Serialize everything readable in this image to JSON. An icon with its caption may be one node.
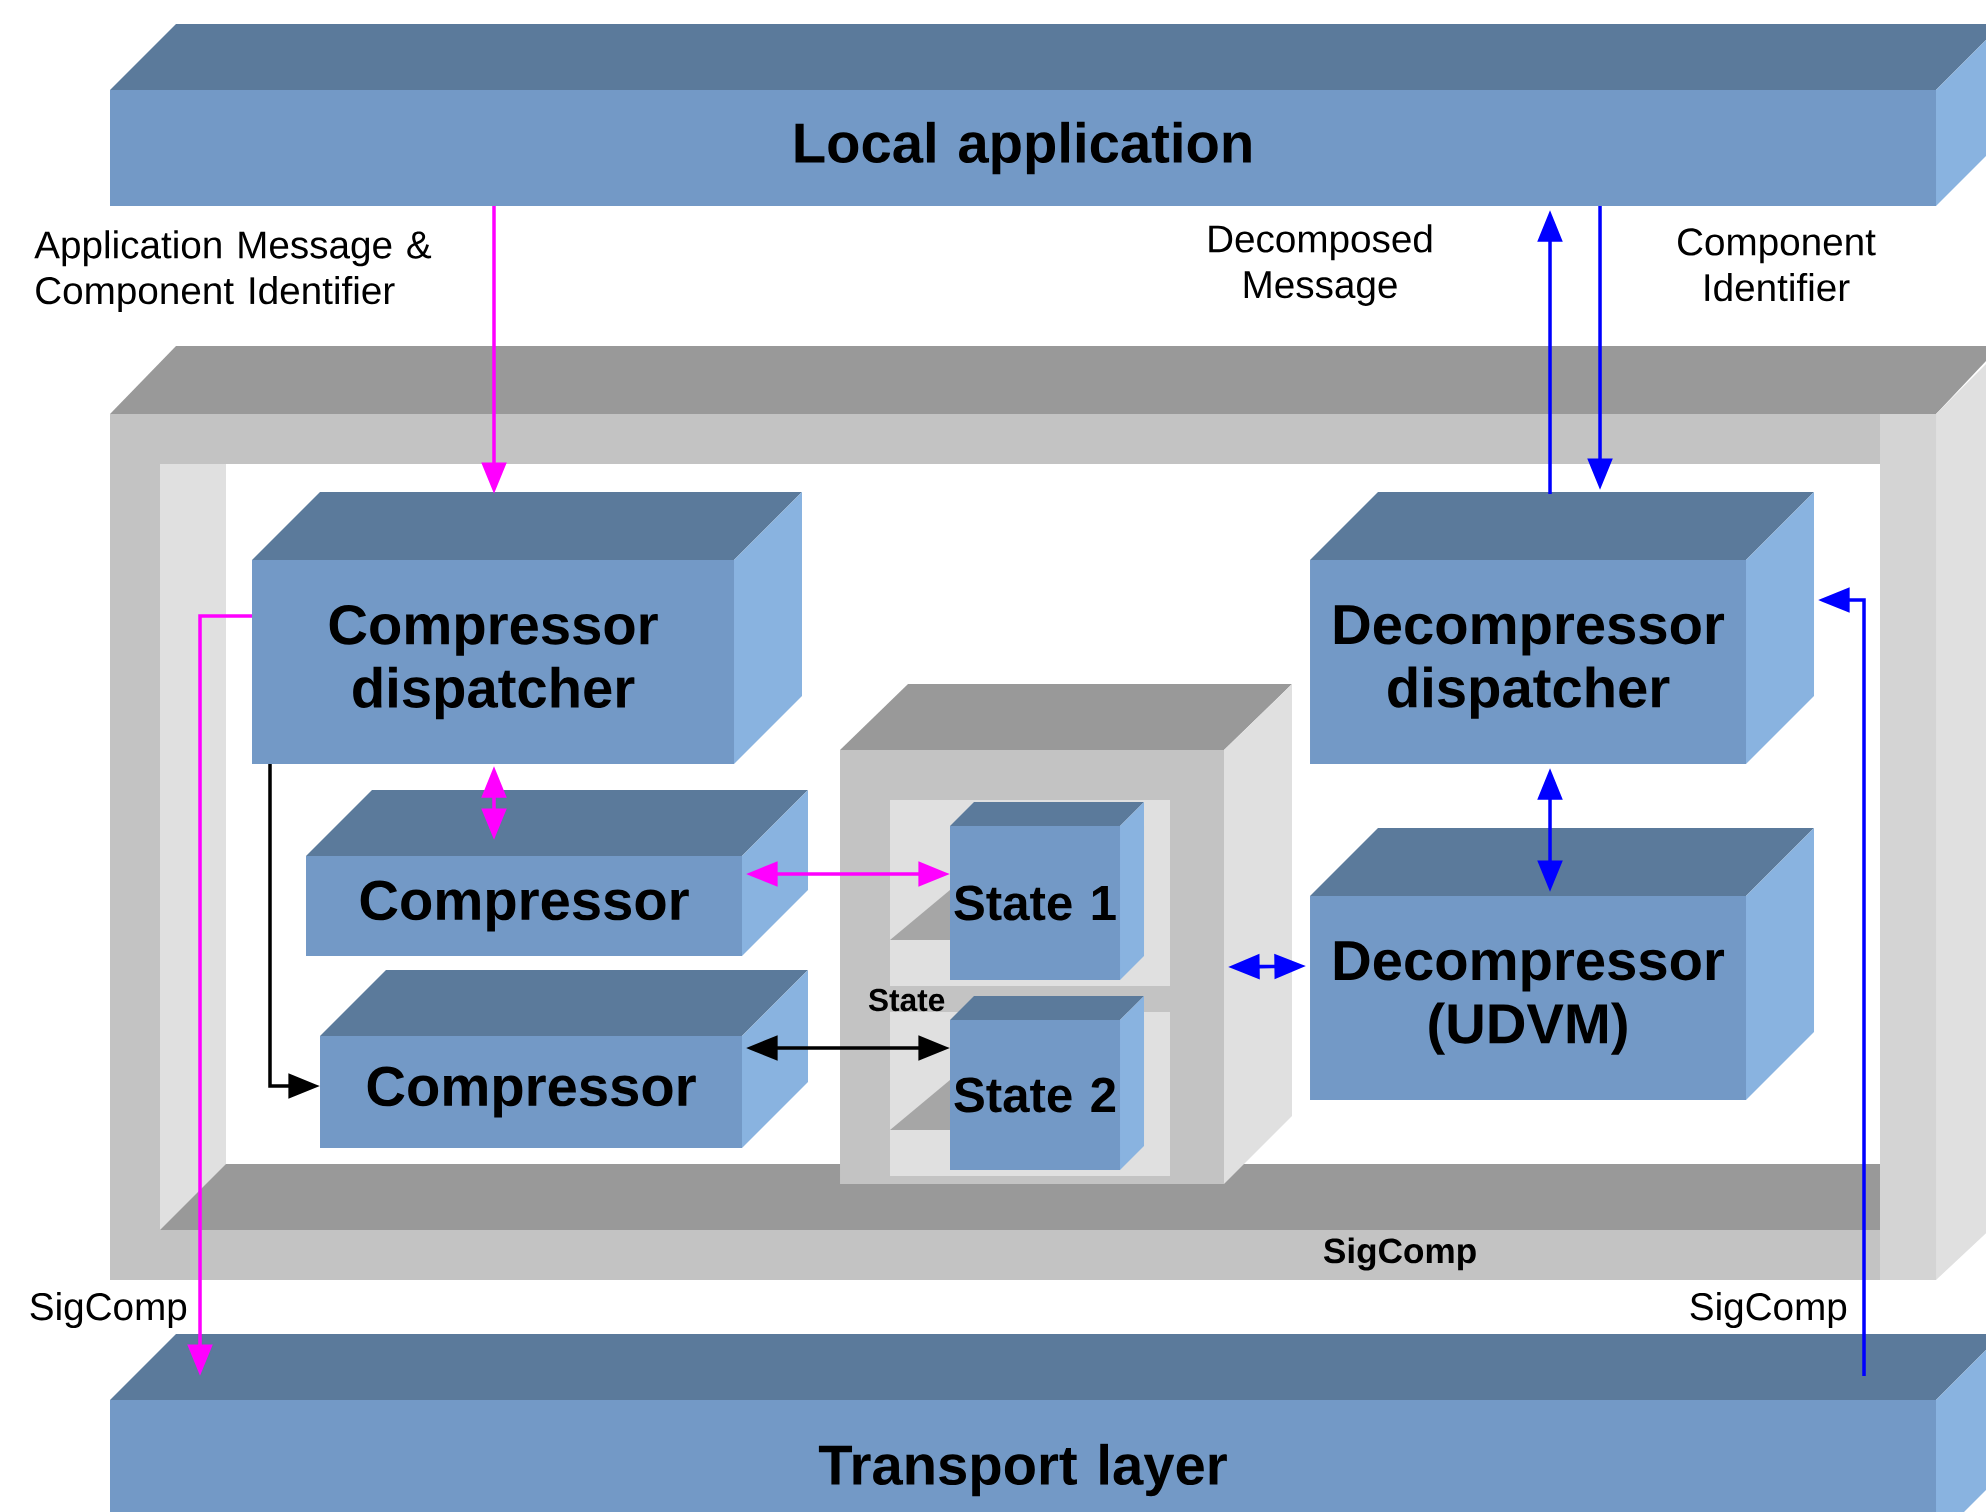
{
  "diagram": {
    "nodes": [
      {
        "text": [
          "Local application"
        ]
      },
      {
        "text": [
          "SigComp"
        ]
      },
      {
        "text": [
          "Compressor dispatcher"
        ],
        "in": 1
      },
      {
        "text": [
          "Compressor"
        ],
        "in": 1
      },
      {
        "text": [
          "Compressor"
        ],
        "in": 1
      },
      {
        "text": [
          "State"
        ],
        "in": 1
      },
      {
        "text": [
          "State 1"
        ],
        "in": 5
      },
      {
        "text": [
          "State 2"
        ],
        "in": 5
      },
      {
        "text": [
          "Decompressor dispatcher"
        ],
        "in": 1
      },
      {
        "text": [
          "Decompressor (UDVM)"
        ],
        "in": 1
      },
      {
        "text": [
          "Transport layer"
        ]
      }
    ],
    "edges": [
      {
        "from": 0,
        "to": 2,
        "arrow": "to",
        "label": "Application Message & Component Identifier",
        "color": "#ff00ff"
      },
      {
        "from": 2,
        "to": 3,
        "arrow": "both",
        "color": "#ff00ff"
      },
      {
        "from": 2,
        "to": 4,
        "arrow": "to",
        "color": "#000000"
      },
      {
        "from": 3,
        "to": 6,
        "arrow": "both",
        "color": "#ff00ff"
      },
      {
        "from": 4,
        "to": 7,
        "arrow": "both",
        "color": "#000000"
      },
      {
        "from": 2,
        "to": 10,
        "arrow": "to",
        "label": "SigComp",
        "color": "#ff00ff"
      },
      {
        "from": 8,
        "to": 0,
        "arrow": "to",
        "label": "Decomposed Message",
        "color": "#0000ff"
      },
      {
        "from": 0,
        "to": 8,
        "arrow": "to",
        "label": "Component Identifier",
        "color": "#0000ff"
      },
      {
        "from": 10,
        "to": 8,
        "arrow": "to",
        "label": "SigComp",
        "color": "#0000ff"
      },
      {
        "from": 9,
        "to": 8,
        "arrow": "both",
        "color": "#0000ff"
      },
      {
        "from": 5,
        "to": 9,
        "arrow": "both",
        "color": "#0000ff"
      }
    ]
  }
}
